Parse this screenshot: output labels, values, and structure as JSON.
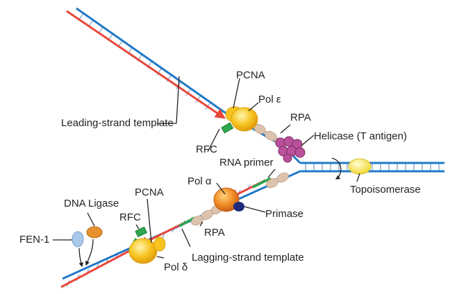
{
  "labels": {
    "pcna_top": "PCNA",
    "pol_epsilon": "Pol ε",
    "leading_strand_template": "Leading-strand template",
    "rpa_top": "RPA",
    "helicase": "Helicase (T antigen)",
    "rfc_top": "RFC",
    "rna_primer": "RNA primer",
    "pol_alpha": "Pol α",
    "topoisomerase": "Topoisomerase",
    "dna_ligase": "DNA Ligase",
    "pcna_bottom": "PCNA",
    "rfc_bottom": "RFC",
    "primase": "Primase",
    "fen1": "FEN-1",
    "rpa_bottom": "RPA",
    "lagging_strand_template": "Lagging-strand template",
    "pol_delta": "Pol δ"
  },
  "colors": {
    "template_strand": "#1f78c8",
    "new_strand": "#e8473a",
    "rna_primer": "#2fa84f",
    "rung": "#8aa8c8",
    "polymerase": "#f7c31c",
    "pol_alpha": "#f08a24",
    "primase": "#1f2a7a",
    "helicase": "#b9509a",
    "rpa": "#dcc3ae",
    "rfc": "#2fa84f",
    "ligase": "#e8912f",
    "fen1": "#a9c8ea",
    "topoisomerase": "#f5e04a",
    "pointer": "#231f20"
  }
}
